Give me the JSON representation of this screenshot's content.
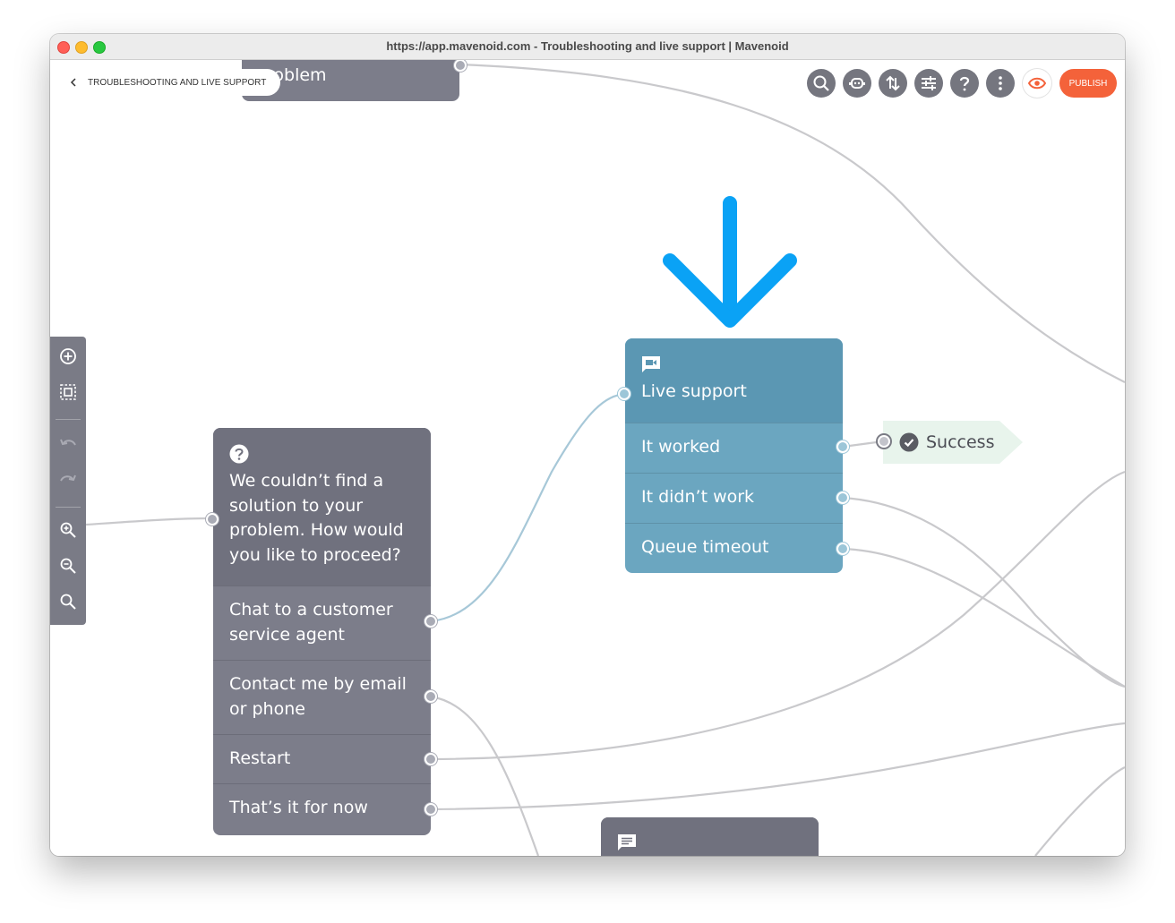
{
  "window": {
    "title": "https://app.mavenoid.com - Troubleshooting and live support | Mavenoid"
  },
  "toolbar": {
    "back_label": "TROUBLESHOOTING AND LIVE SUPPORT",
    "publish_label": "PUBLISH",
    "buttons": [
      "search-icon",
      "bot-icon",
      "sort-icon",
      "sliders-icon",
      "help-icon",
      "more-icon",
      "eye-icon"
    ],
    "accent_color": "#f4623a"
  },
  "left_tools": [
    "add-circle-icon",
    "select-frame-icon",
    "undo-icon",
    "redo-icon",
    "zoom-in-icon",
    "zoom-out-icon",
    "zoom-reset-icon"
  ],
  "nodes": {
    "top_partial": {
      "title": "roblem"
    },
    "question": {
      "icon": "question-icon",
      "title": "We couldn’t find a solution to your problem. How would you like to proceed?",
      "title_lines": [
        "We couldn’t find a",
        "solution to your",
        "problem. How would",
        "you like to proceed?"
      ],
      "options": [
        {
          "lines": [
            "Chat to a customer",
            "service agent"
          ]
        },
        {
          "lines": [
            "Contact me by email",
            "or phone"
          ]
        },
        {
          "lines": [
            "Restart"
          ]
        },
        {
          "lines": [
            "That’s it for now"
          ]
        }
      ]
    },
    "live_support": {
      "icon": "video-chat-icon",
      "title": "Live support",
      "options": [
        "It worked",
        "It didn’t work",
        "Queue timeout"
      ]
    },
    "success": {
      "icon": "check-circle-icon",
      "label": "Success"
    },
    "bottom_partial": {
      "icon": "message-icon"
    }
  },
  "colors": {
    "gray_node": "#7c7d8a",
    "blue_node": "#6ba6c0",
    "arrow": "#0aa2f5"
  }
}
